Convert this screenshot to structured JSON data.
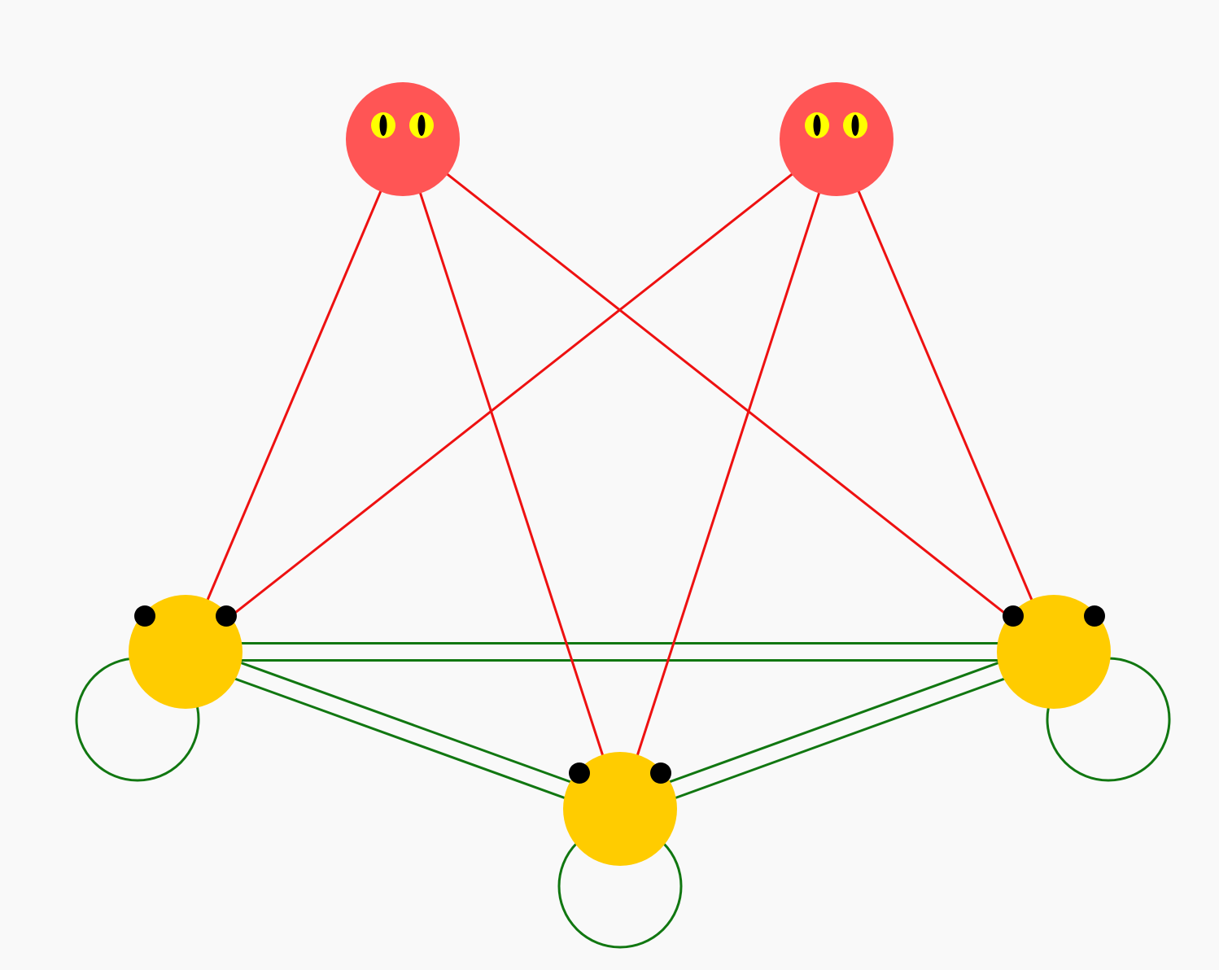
{
  "diagram": {
    "colors": {
      "background": "#f9f9f9",
      "red_node": "#ff5555",
      "yellow_node": "#ffcc00",
      "red_edge": "#ee1111",
      "green_edge": "#117711",
      "cat_eye": "#ffff00",
      "pupil": "#000000"
    },
    "node_kinds": {
      "red": "cat-face-icon",
      "yellow": "mouse-face-icon"
    },
    "nodes": [
      {
        "id": "r1",
        "kind": "red"
      },
      {
        "id": "r2",
        "kind": "red"
      },
      {
        "id": "y1",
        "kind": "yellow"
      },
      {
        "id": "y2",
        "kind": "yellow"
      },
      {
        "id": "y3",
        "kind": "yellow"
      }
    ],
    "red_edges": [
      [
        "r1",
        "y1"
      ],
      [
        "r1",
        "y2"
      ],
      [
        "r1",
        "y3"
      ],
      [
        "r2",
        "y1"
      ],
      [
        "r2",
        "y2"
      ],
      [
        "r2",
        "y3"
      ]
    ],
    "green_double_edges": [
      [
        "y1",
        "y3"
      ],
      [
        "y1",
        "y2"
      ],
      [
        "y2",
        "y3"
      ]
    ],
    "self_loops": [
      "y1",
      "y2",
      "y3"
    ]
  }
}
